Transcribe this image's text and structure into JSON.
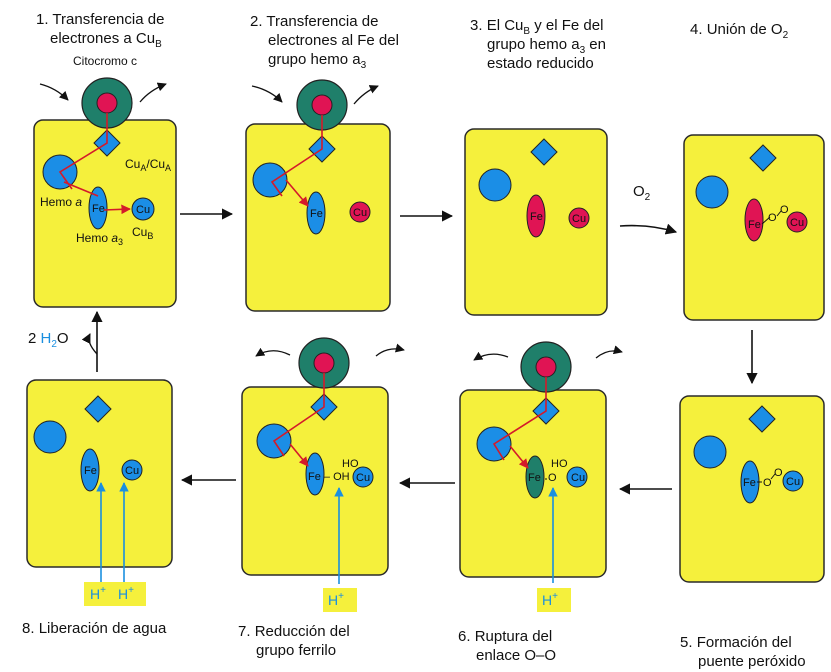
{
  "colors": {
    "membrane": "#f5f03c",
    "cytochrome": "#1f7f6a",
    "heme_blue": "#1b8ee6",
    "copper_red": "#e01454",
    "electron_path": "#d41a2a",
    "proton_path": "#1a8fe0",
    "proton_box": "#f5f03c"
  },
  "steps": [
    {
      "number": "1.",
      "title_lines": [
        "Transferencia de",
        "electrones a Cu",
        "B"
      ]
    },
    {
      "number": "2.",
      "title_lines": [
        "Transferencia de",
        "electrones al Fe del",
        "grupo hemo a",
        "3"
      ]
    },
    {
      "number": "3.",
      "title_lines": [
        "El Cu",
        "B",
        " y el Fe del",
        "grupo hemo a",
        "3",
        " en",
        "estado reducido"
      ]
    },
    {
      "number": "4.",
      "title_lines": [
        "Unión de O",
        "2"
      ]
    },
    {
      "number": "5.",
      "title_lines": [
        "Formación del",
        "puente peróxido"
      ]
    },
    {
      "number": "6.",
      "title_lines": [
        "Ruptura del",
        "enlace O–O"
      ]
    },
    {
      "number": "7.",
      "title_lines": [
        "Reducción del",
        "grupo ferrilo"
      ]
    },
    {
      "number": "8.",
      "title_lines": [
        "Liberación de agua"
      ]
    }
  ],
  "labels": {
    "citocromo": "Citocromo c",
    "cu_a": "Cu",
    "cu_a_sub": "A",
    "slash": "/",
    "hemo_a": "Hemo ",
    "hemo_a_italic": "a",
    "hemo_a3": "Hemo ",
    "hemo_a3_italic": "a",
    "hemo_a3_sub": "3",
    "cu_b": "Cu",
    "cu_b_sub": "B",
    "fe": "Fe",
    "cu": "Cu",
    "o2": "O",
    "o2_sub": "2",
    "water_coef": "2 ",
    "water_h": "H",
    "water_sub": "2",
    "water_o": "O",
    "h_plus": "H",
    "plus": "+",
    "o": "O",
    "h": "H",
    "oh_dash": "Fe – OH",
    "ho": "HO"
  }
}
